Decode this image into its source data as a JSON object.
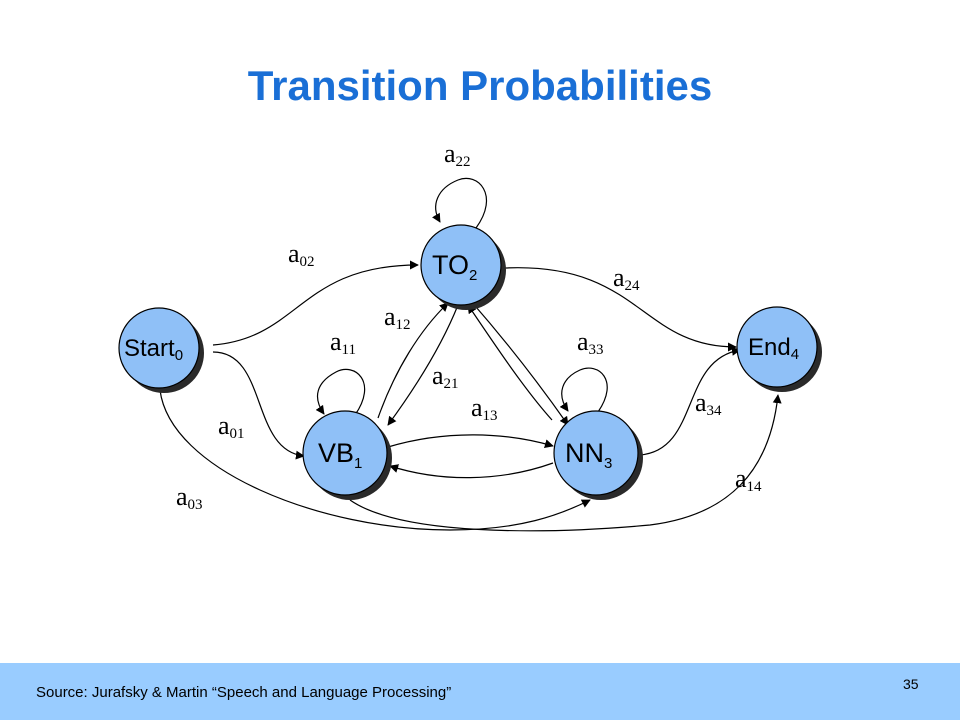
{
  "slide": {
    "title": "Transition Probabilities",
    "source": "Source: Jurafsky & Martin “Speech and Language Processing”",
    "page_number": "35"
  },
  "colors": {
    "title": "#1a6fd6",
    "node_fill": "#8fc0f7",
    "node_shadow": "#2a2a2a",
    "footer": "#99ccff"
  },
  "diagram": {
    "nodes": {
      "start": {
        "name": "Start",
        "sub": "0"
      },
      "to": {
        "name": "TO",
        "sub": "2"
      },
      "vb": {
        "name": "VB",
        "sub": "1"
      },
      "nn": {
        "name": "NN",
        "sub": "3"
      },
      "end": {
        "name": "End",
        "sub": "4"
      }
    },
    "edges": {
      "a22": {
        "letter": "a",
        "sub": "22"
      },
      "a02": {
        "letter": "a",
        "sub": "02"
      },
      "a24": {
        "letter": "a",
        "sub": "24"
      },
      "a12": {
        "letter": "a",
        "sub": "12"
      },
      "a11": {
        "letter": "a",
        "sub": "11"
      },
      "a33": {
        "letter": "a",
        "sub": "33"
      },
      "a21": {
        "letter": "a",
        "sub": "21"
      },
      "a13": {
        "letter": "a",
        "sub": "13"
      },
      "a01": {
        "letter": "a",
        "sub": "01"
      },
      "a34": {
        "letter": "a",
        "sub": "34"
      },
      "a03": {
        "letter": "a",
        "sub": "03"
      },
      "a14": {
        "letter": "a",
        "sub": "14"
      }
    }
  }
}
